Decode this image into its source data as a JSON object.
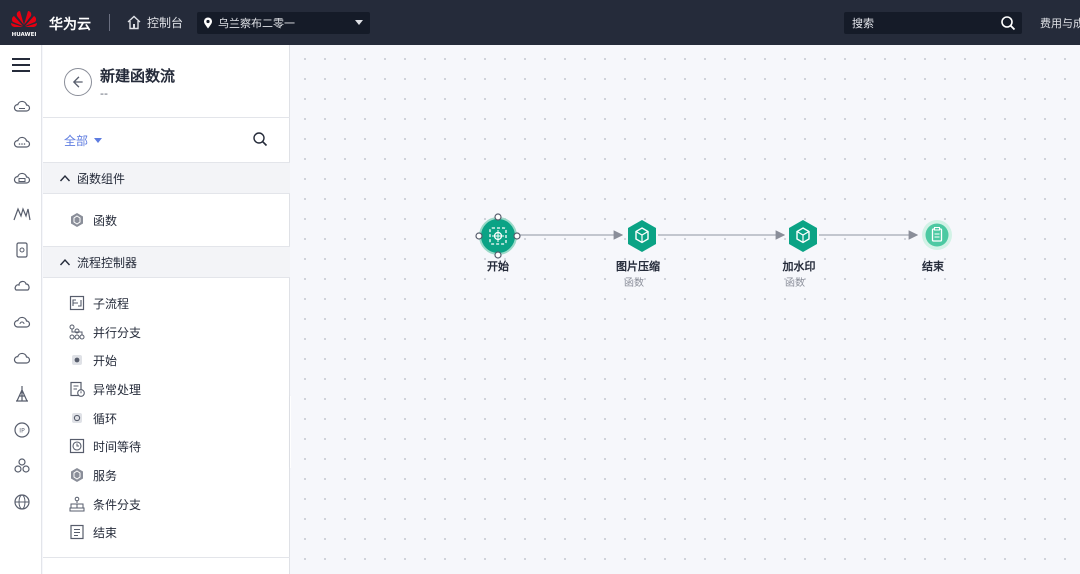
{
  "topbar": {
    "brand": "华为云",
    "logo_text": "HUAWEI",
    "console_label": "控制台",
    "region": "乌兰察布二零一",
    "search_placeholder": "搜索",
    "fee_label": "费用与成"
  },
  "rail": {
    "icons": [
      "menu-icon",
      "cloud-icon",
      "cloud-chat-icon",
      "cloud-server-icon",
      "mountain-icon",
      "phone-icon",
      "swirl-cloud-icon",
      "cloud-sync-icon",
      "cloud-outline-icon",
      "tower-icon",
      "ip-icon",
      "cluster-icon",
      "globe-icon"
    ]
  },
  "panel": {
    "title": "新建函数流",
    "subtitle": "--",
    "filter_label": "全部",
    "groups": [
      {
        "label": "函数组件",
        "items": [
          {
            "label": "函数",
            "icon": "function-cube-icon"
          }
        ]
      },
      {
        "label": "流程控制器",
        "items": [
          {
            "label": "子流程",
            "icon": "subflow-icon"
          },
          {
            "label": "并行分支",
            "icon": "parallel-branch-icon"
          },
          {
            "label": "开始",
            "icon": "start-icon"
          },
          {
            "label": "异常处理",
            "icon": "exception-icon"
          },
          {
            "label": "循环",
            "icon": "loop-icon"
          },
          {
            "label": "时间等待",
            "icon": "clock-icon"
          },
          {
            "label": "服务",
            "icon": "service-icon"
          },
          {
            "label": "条件分支",
            "icon": "condition-branch-icon"
          },
          {
            "label": "结束",
            "icon": "end-icon"
          }
        ]
      }
    ]
  },
  "flow": {
    "nodes": [
      {
        "label": "开始",
        "sub": ""
      },
      {
        "label": "图片压缩",
        "sub": "函数"
      },
      {
        "label": "加水印",
        "sub": "函数"
      },
      {
        "label": "结束",
        "sub": ""
      }
    ]
  },
  "colors": {
    "topbar": "#252b3a",
    "accent": "#5e7ce0",
    "node_green": "#0ba385",
    "end_green": "#4cc9a2"
  }
}
